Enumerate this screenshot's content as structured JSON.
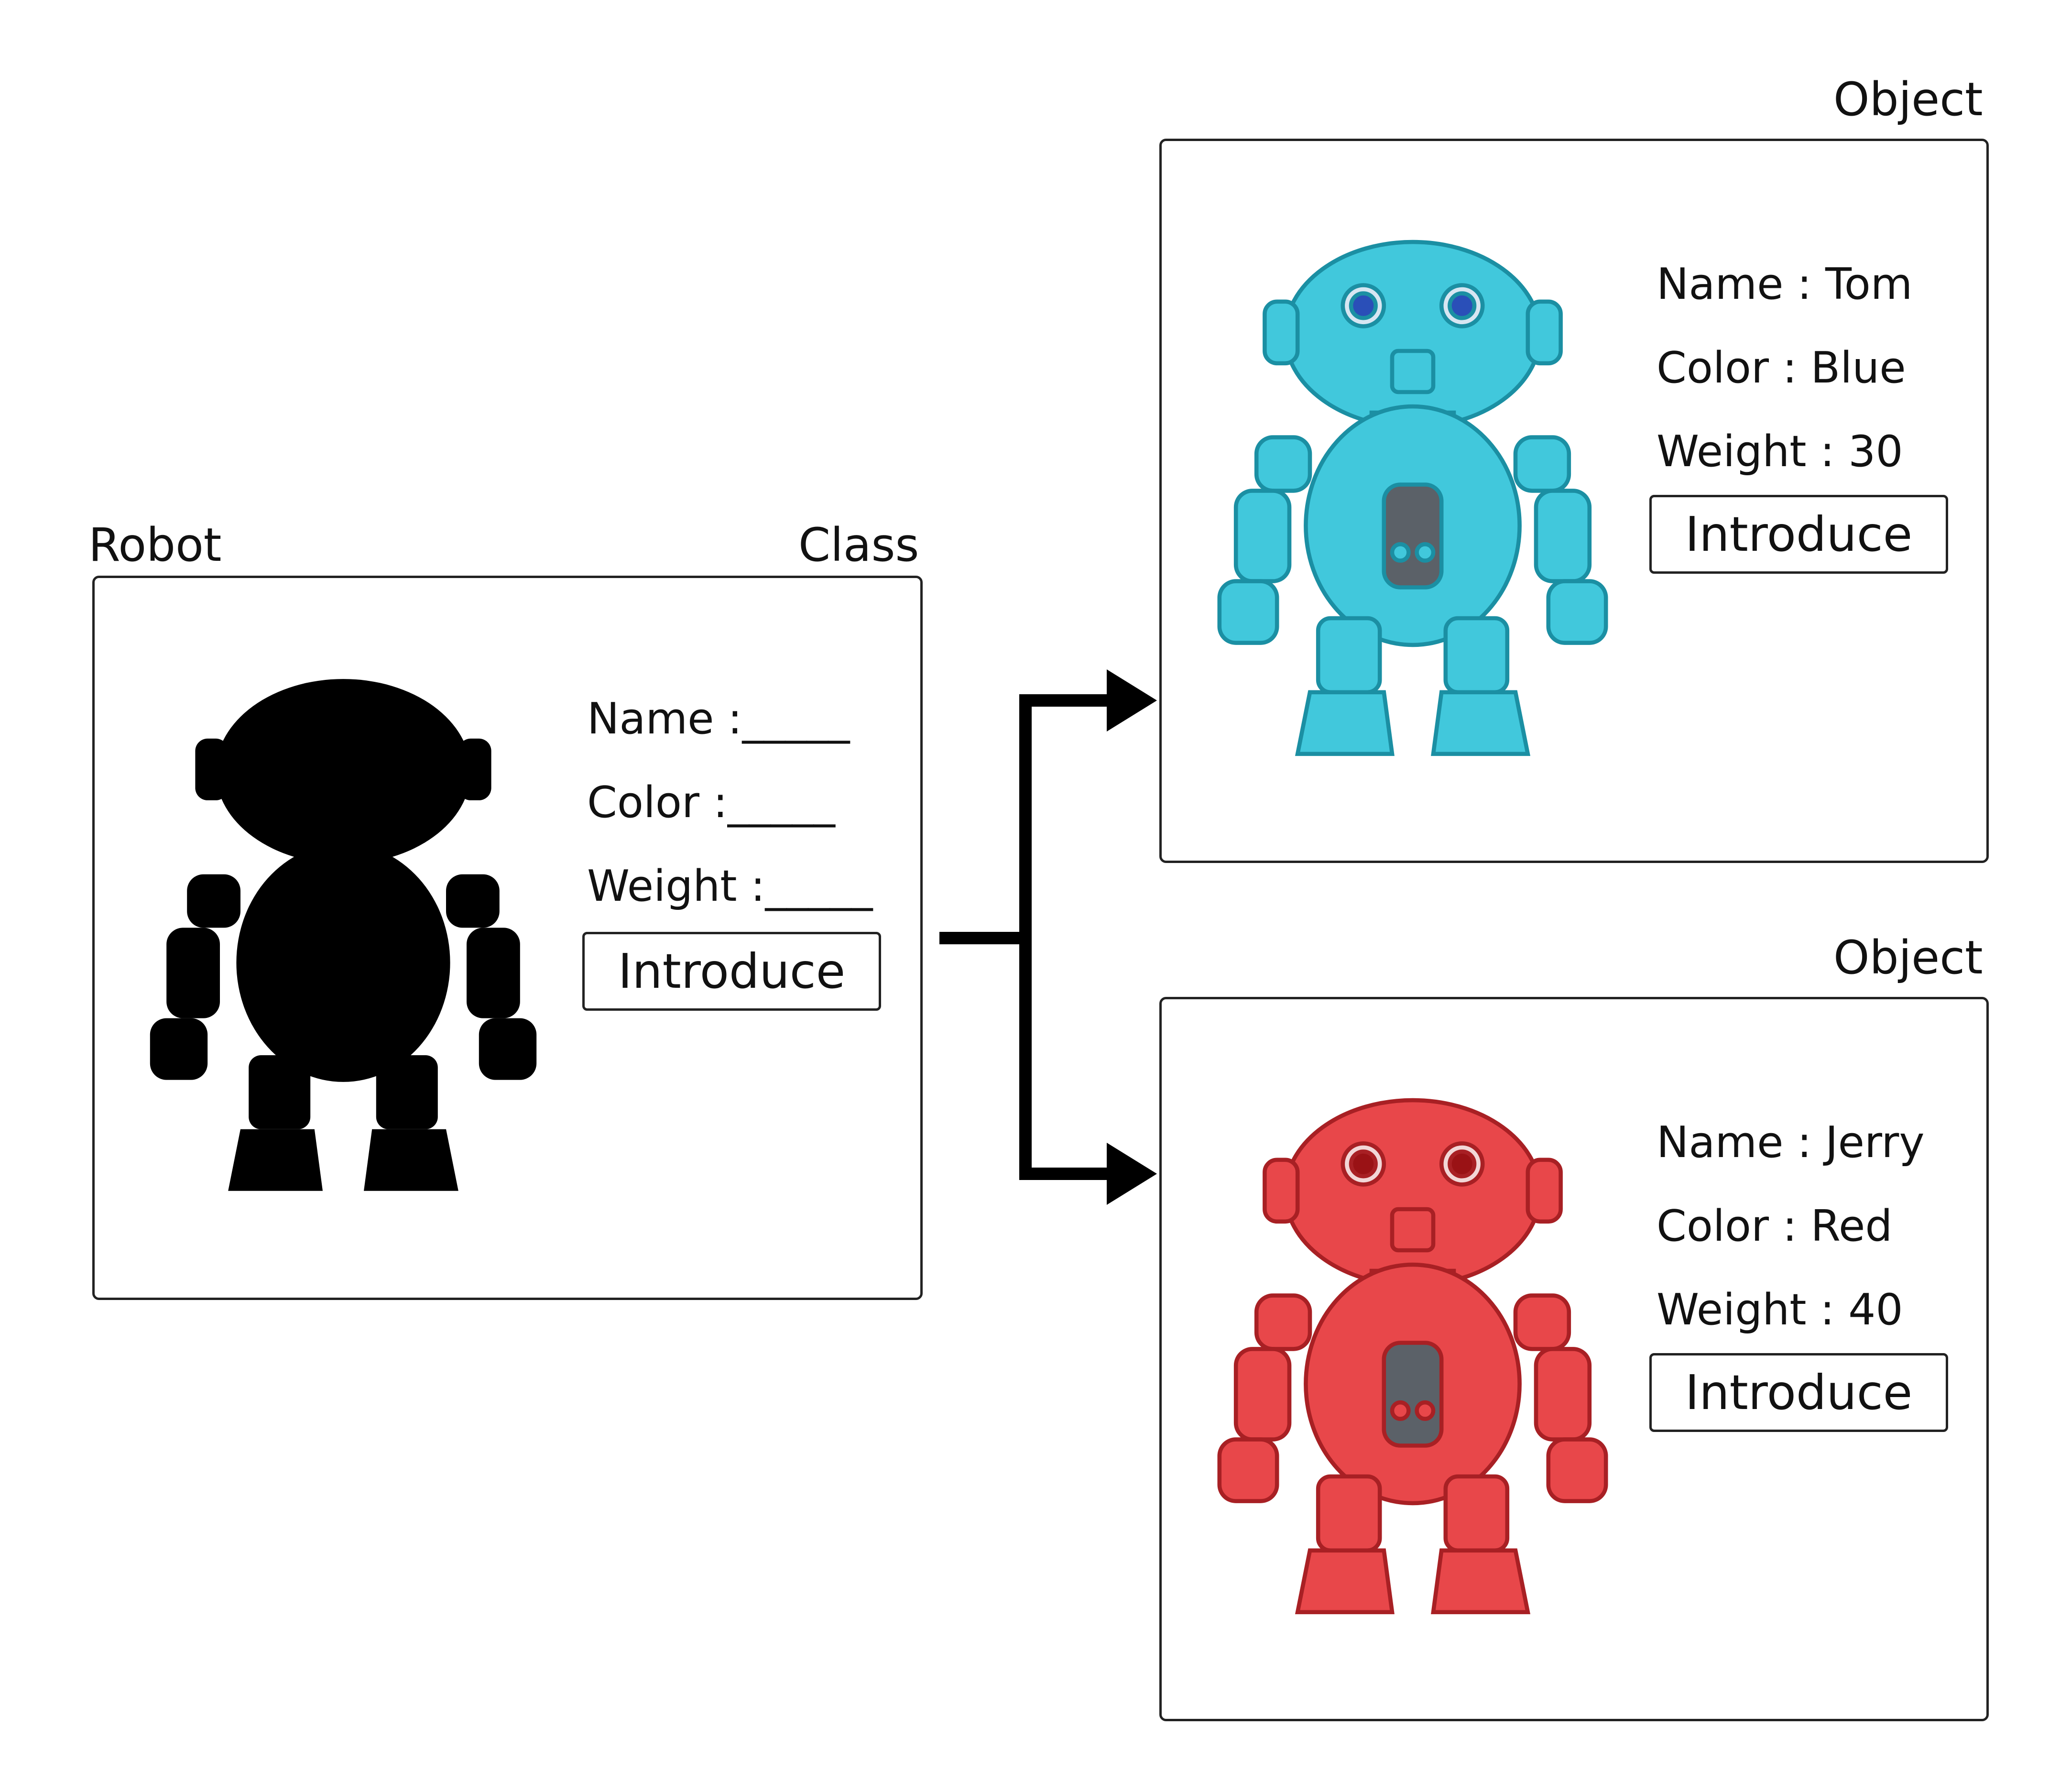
{
  "class_panel": {
    "left_label": "Robot",
    "right_label": "Class",
    "fields": [
      "Name :_____",
      "Color :_____",
      "Weight :_____"
    ],
    "button_label": "Introduce"
  },
  "objects": [
    {
      "label": "Object",
      "fields": [
        "Name : Tom",
        "Color : Blue",
        "Weight : 30"
      ],
      "button_label": "Introduce",
      "robot_color": "#41c8dc",
      "robot_dark": "#1b8fa3",
      "eye_color": "#2a4fb8"
    },
    {
      "label": "Object",
      "fields": [
        "Name : Jerry",
        "Color : Red",
        "Weight : 40"
      ],
      "button_label": "Introduce",
      "robot_color": "#e8474a",
      "robot_dark": "#a82024",
      "eye_color": "#9a1215"
    }
  ]
}
